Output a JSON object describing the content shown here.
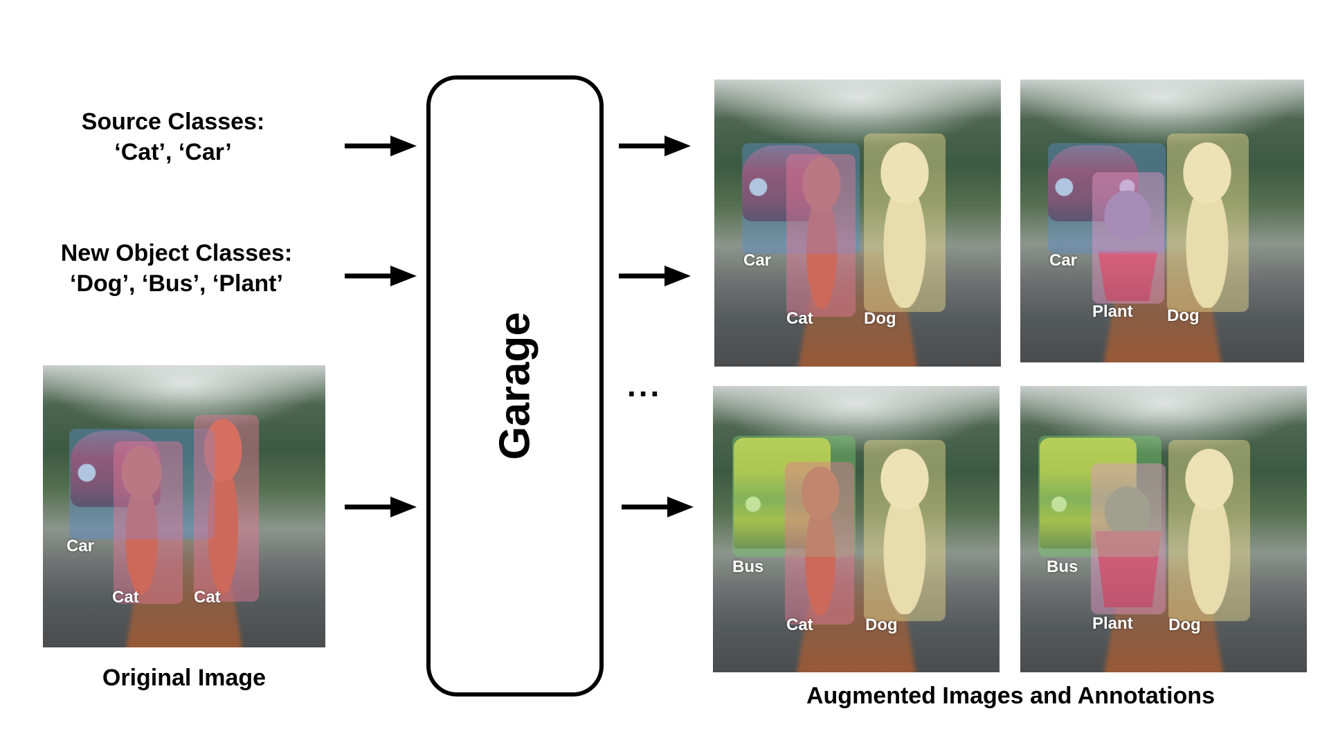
{
  "inputs": {
    "source_title": "Source Classes:",
    "source_values": "‘Cat’, ‘Car’",
    "new_title": "New Object Classes:",
    "new_values": "‘Dog’, ‘Bus’, ‘Plant’"
  },
  "original": {
    "caption": "Original Image",
    "labels": {
      "car": "Car",
      "cat1": "Cat",
      "cat2": "Cat"
    }
  },
  "method": {
    "name": "Garage"
  },
  "ellipsis": "...",
  "outputs": {
    "caption": "Augmented Images and Annotations",
    "img1": {
      "label_a": "Car",
      "label_b": "Cat",
      "label_c": "Dog"
    },
    "img2": {
      "label_a": "Car",
      "label_b": "Plant",
      "label_c": "Dog"
    },
    "img3": {
      "label_a": "Bus",
      "label_b": "Cat",
      "label_c": "Dog"
    },
    "img4": {
      "label_a": "Bus",
      "label_b": "Plant",
      "label_c": "Dog"
    }
  },
  "colors": {
    "arrow": "#000000",
    "box_blue": "#5a8cc8",
    "box_red": "#e67896",
    "box_yellow": "#ebdc8c",
    "box_green": "#78c86e",
    "box_pink": "#e696c8"
  }
}
